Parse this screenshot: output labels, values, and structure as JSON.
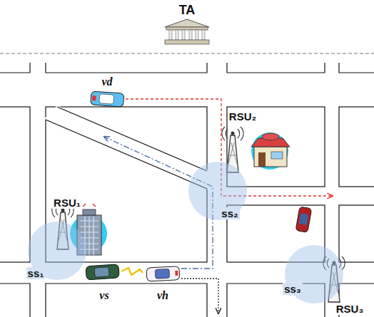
{
  "diagram": {
    "nodes": [
      {
        "text": [
          "ss₂"
        ]
      },
      {
        "text": [
          "ss₁"
        ]
      },
      {
        "text": [
          "ss₃"
        ]
      }
    ],
    "labels": [
      "TA",
      "vd",
      "RSU₂",
      "RSU₁",
      "vs",
      "vh",
      "RSU₃"
    ]
  }
}
